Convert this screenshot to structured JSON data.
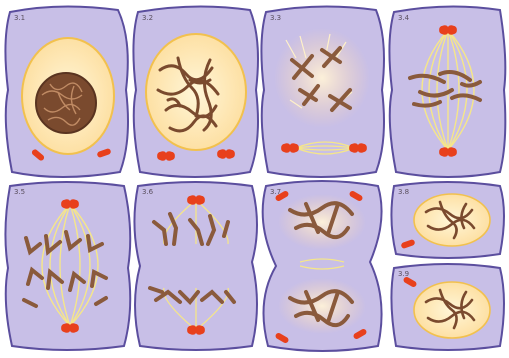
{
  "panels": [
    {
      "id": "p1",
      "label": "3.1"
    },
    {
      "id": "p2",
      "label": "3.2"
    },
    {
      "id": "p3",
      "label": "3.3"
    },
    {
      "id": "p4",
      "label": "3.4"
    },
    {
      "id": "p5",
      "label": "3.5"
    },
    {
      "id": "p6",
      "label": "3.6"
    },
    {
      "id": "p7",
      "label": "3.7"
    },
    {
      "id": "p8",
      "label": "3.8"
    },
    {
      "id": "p9",
      "label": "3.9"
    }
  ],
  "colors": {
    "cell_fill": "#c8bfe7",
    "cell_stroke": "#5b4e9e",
    "nucleus_fill": "#fde7b0",
    "nucleus_stroke": "#f2c14e",
    "chromatin": "#7a4a2e",
    "chromosome": "#8a5a3c",
    "centrosome": "#e8401c",
    "spindle": "#f5e68a"
  },
  "icons": [
    "centrosome-icon",
    "chromosome-icon",
    "spindle-icon"
  ]
}
